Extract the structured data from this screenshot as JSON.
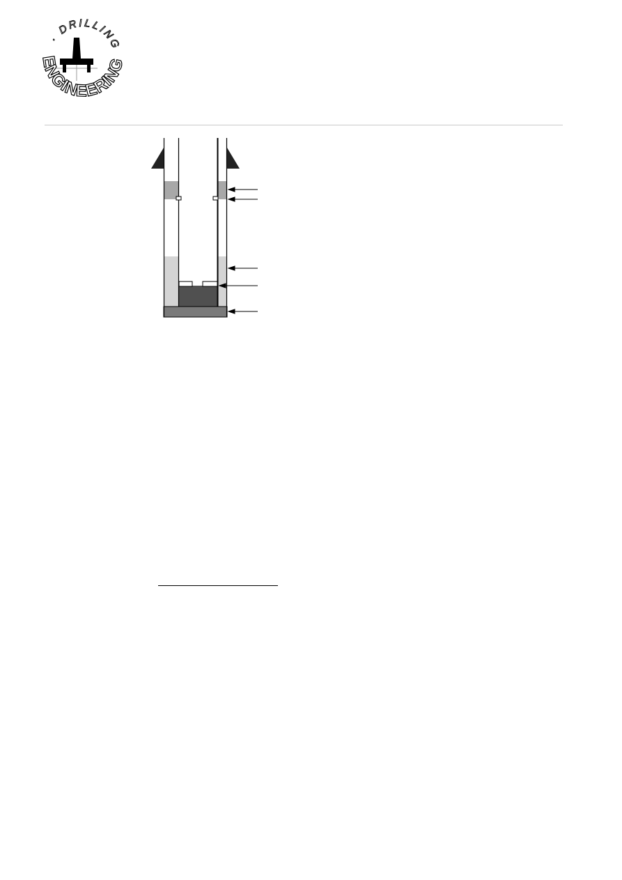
{
  "logo": {
    "top_text": "DRILLING",
    "bottom_text": "ENGINEERING",
    "icon": "drilling-rig-icon"
  },
  "colors": {
    "header_rule": "#c8c8c8",
    "light_fluid": "#d4d4d4",
    "medium_fluid": "#a8a8a8",
    "dark_fluid": "#505050",
    "bottom_plug": "#7a7a7a",
    "line": "#000000"
  },
  "diagram": {
    "arrow_count": 5
  }
}
